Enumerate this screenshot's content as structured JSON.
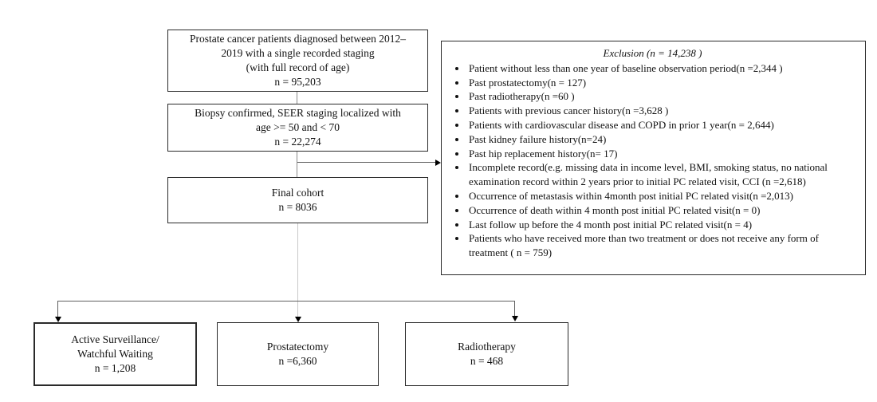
{
  "diagram": {
    "cohort_boxes": [
      {
        "id": "initial-population",
        "lines": [
          "Prostate cancer patients diagnosed between 2012–",
          "2019 with a single recorded staging",
          "(with full record of age)",
          "n = 95,203"
        ]
      },
      {
        "id": "biopsy-confirmed",
        "lines": [
          "Biopsy confirmed, SEER staging localized with",
          "age >= 50 and < 70",
          "n = 22,274"
        ]
      },
      {
        "id": "final-cohort",
        "lines": [
          "Final cohort",
          "n = 8036"
        ]
      }
    ],
    "exclusion": {
      "title": "Exclusion (n = 14,238 )",
      "items": [
        "Patient without less than one year of baseline observation period(n =2,344 )",
        "Past prostatectomy(n = 127)",
        "Past radiotherapy(n =60 )",
        "Patients with previous cancer history(n =3,628 )",
        "Patients with cardiovascular disease and COPD in prior 1 year(n = 2,644)",
        "Past kidney failure history(n=24)",
        "Past hip replacement history(n= 17)",
        "Incomplete record(e.g. missing data in income level, BMI, smoking status, no national examination record within 2 years prior to initial PC related visit, CCI (n =2,618)",
        "Occurrence of metastasis within 4month post initial PC related visit(n =2,013)",
        "Occurrence of death within 4 month post initial PC related visit(n = 0)",
        "Last follow up before the 4 month post initial PC related visit(n = 4)",
        "Patients who have received more than two treatment or does not receive any form of treatment ( n = 759)"
      ]
    },
    "treatment_boxes": [
      {
        "id": "active-surveillance",
        "lines": [
          "Active Surveillance/",
          "Watchful Waiting",
          "n = 1,208"
        ]
      },
      {
        "id": "prostatectomy",
        "lines": [
          "Prostatectomy",
          "n =6,360"
        ]
      },
      {
        "id": "radiotherapy",
        "lines": [
          "Radiotherapy",
          "n = 468"
        ]
      }
    ],
    "colors": {
      "box_border": "#2a2a2a",
      "connector_gray": "#8a8a8a",
      "connector_light": "#c9c9c9",
      "branch_gray": "#5f5f5f",
      "arrow_black": "#000000"
    }
  }
}
